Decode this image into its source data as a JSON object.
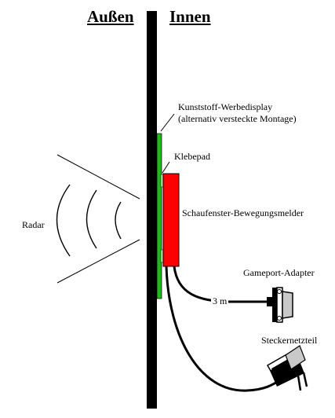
{
  "headers": {
    "outside": "Außen",
    "inside": "Innen"
  },
  "labels": {
    "display_line1": "Kunststoff-Werbedisplay",
    "display_line2": "(alternativ versteckte Montage)",
    "klebepad": "Klebepad",
    "melder": "Schaufenster-Bewegungsmelder",
    "radar": "Radar",
    "gameport": "Gameport-Adapter",
    "cable_length": "3 m",
    "netzteil": "Steckernetzteil"
  },
  "colors": {
    "wall": "#000000",
    "display": "#22b81e",
    "sensor": "#ff0000",
    "pad": "#b9e8b5",
    "plug_metal": "#c9c9c9"
  }
}
